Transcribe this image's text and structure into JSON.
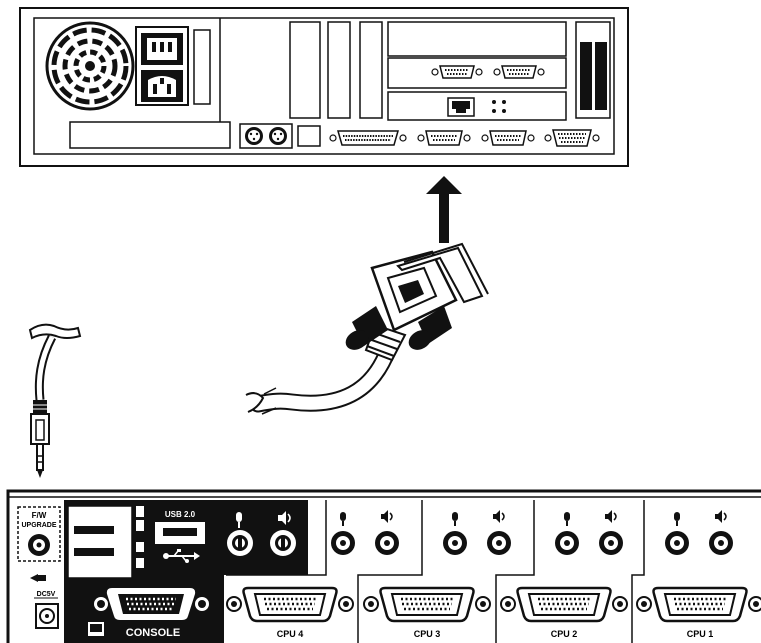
{
  "kvm_panel": {
    "fw_upgrade_line1": "F/W",
    "fw_upgrade_line2": "UPGRADE",
    "usb_label": "USB 2.0",
    "dc_label": "DC5V",
    "console_label": "CONSOLE",
    "ports": [
      {
        "label": "CPU 4"
      },
      {
        "label": "CPU 3"
      },
      {
        "label": "CPU 2"
      },
      {
        "label": "CPU 1"
      }
    ]
  },
  "icons": {
    "arrow": "arrow-up-icon",
    "mic": "microphone-icon",
    "speaker": "speaker-icon",
    "usb": "usb-icon",
    "power": "power-icon"
  },
  "colors": {
    "ink": "#111111",
    "paper": "#ffffff",
    "cable": "#cfcfcf"
  }
}
